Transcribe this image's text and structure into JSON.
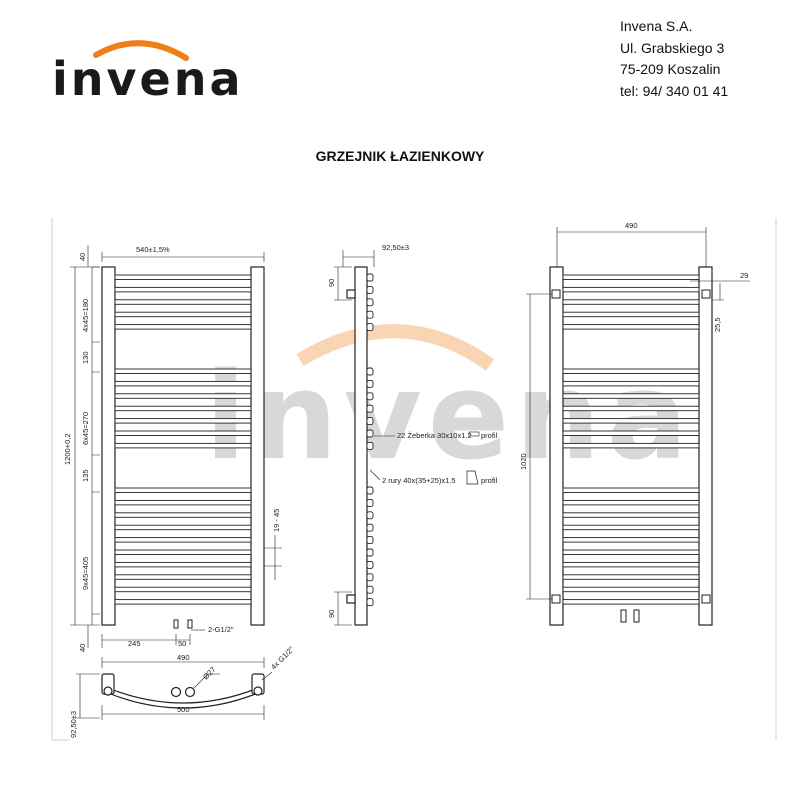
{
  "brand": {
    "logo_text": "invena",
    "accent_color": "#ef7f1a",
    "ink_color": "#1a1a1a"
  },
  "company": {
    "name": "Invena S.A.",
    "street": "Ul. Grabskiego 3",
    "city": "75-209  Koszalin",
    "phone": "tel: 94/ 340 01 41"
  },
  "title": "GRZEJNIK ŁAZIENKOWY",
  "front": {
    "width": "540±1,5%",
    "height": "1200+0,2",
    "top_offset": "40",
    "bottom_offset": "40",
    "seg1": "4x45=180",
    "gap1": "130",
    "seg2": "6x45=270",
    "gap2": "135",
    "seg3": "9x45=405",
    "bracket": "19 - 45",
    "conn_offset": "245",
    "conn_spacing": "50",
    "connection": "2-G1/2\""
  },
  "top_view": {
    "inner_width": "490",
    "outer_width": "500",
    "depth": "92,50±3",
    "diameter": "Ø27",
    "thread": "4x G1/2\""
  },
  "side": {
    "depth": "92,50±3",
    "top": "90",
    "bottom": "90",
    "ribs_note": "22 Żeberka 30x10x1.2",
    "tubes_note": "2 rury 40x(35+25)x1.5",
    "profile_label": "profil"
  },
  "back": {
    "width": "490",
    "offset_right": "29",
    "offset_top": "25,5",
    "height": "1020"
  }
}
